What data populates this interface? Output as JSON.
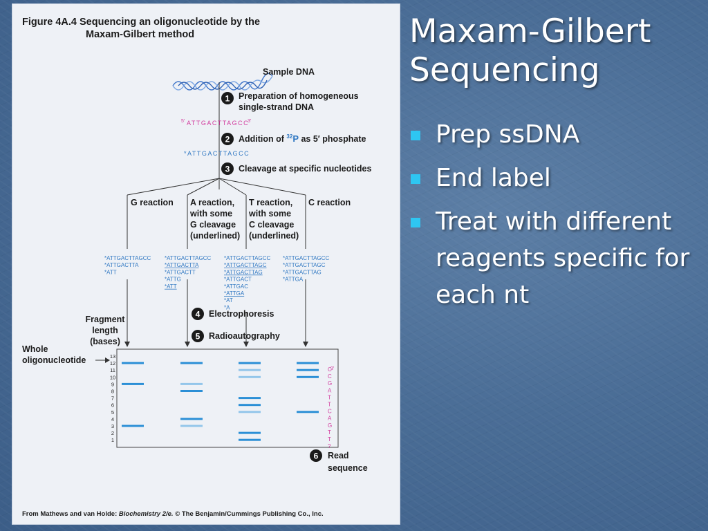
{
  "slide": {
    "title_line1": "Maxam-Gilbert",
    "title_line2": "Sequencing",
    "bullets": [
      "Prep ssDNA",
      "End label",
      "Treat with different reagents specific for each nt"
    ],
    "bullet_color": "#2ec6f2"
  },
  "figure": {
    "caption_line1": "Figure 4A.4  Sequencing an oligonucleotide by the",
    "caption_line2": "Maxam-Gilbert method",
    "sample_dna": "Sample DNA",
    "steps": [
      {
        "num": "1",
        "line1": "Preparation of homogeneous",
        "line2": "single-strand DNA"
      },
      {
        "num": "2",
        "line1": "Addition of ",
        "sup": "32",
        "p": "P",
        "line2": " as 5′ phosphate"
      },
      {
        "num": "3",
        "line1": "Cleavage at specific nucleotides"
      },
      {
        "num": "4",
        "line1": "Electrophoresis"
      },
      {
        "num": "5",
        "line1": "Radioautography"
      },
      {
        "num": "6",
        "line1": "Read",
        "line2": "sequence"
      }
    ],
    "seq_label_prime5": "5′",
    "seq_label_prime3": "3′",
    "seq_pink": "ATTGACTTAGCC",
    "seq_blue": "*ATTGACTTAGCC",
    "reactions": [
      {
        "lines": [
          "G reaction"
        ]
      },
      {
        "lines": [
          "A reaction,",
          "with some",
          "G cleavage",
          "(underlined)"
        ]
      },
      {
        "lines": [
          "T reaction,",
          "with some",
          "C cleavage",
          "(underlined)"
        ]
      },
      {
        "lines": [
          "C reaction"
        ]
      }
    ],
    "fragments": [
      [
        "*ATTGACTTAGCC",
        "*ATTGACTTA",
        "*ATT"
      ],
      [
        "*ATTGACTTAGCC",
        "*ATTGACTTA",
        "*ATTGACTT",
        "*ATTG",
        "*ATT"
      ],
      [
        "*ATTGACTTAGCC",
        "*ATTGACTTAGC",
        "*ATTGACTTAG",
        "*ATTGACT",
        "*ATTGAC",
        "*ATTGA",
        "*AT",
        "*A"
      ],
      [
        "*ATTGACTTAGCC",
        "*ATTGACTTAGC",
        "*ATTGACTTAG",
        "*ATTGA"
      ]
    ],
    "fragment_length_label": [
      "Fragment",
      "length",
      "(bases)"
    ],
    "whole_label": [
      "Whole",
      "oligonucleotide"
    ],
    "axis_numbers": [
      "13",
      "12",
      "11",
      "10",
      "9",
      "8",
      "7",
      "6",
      "5",
      "4",
      "3",
      "2",
      "1"
    ],
    "gel_bands": {
      "lane1": [
        {
          "pos": 12,
          "shade": "dark"
        },
        {
          "pos": 9,
          "shade": "dark"
        },
        {
          "pos": 3,
          "shade": "dark"
        }
      ],
      "lane2": [
        {
          "pos": 12,
          "shade": "dark"
        },
        {
          "pos": 9,
          "shade": "light"
        },
        {
          "pos": 8,
          "shade": "dark"
        },
        {
          "pos": 4,
          "shade": "dark"
        },
        {
          "pos": 3,
          "shade": "light"
        }
      ],
      "lane3": [
        {
          "pos": 12,
          "shade": "dark"
        },
        {
          "pos": 11,
          "shade": "light"
        },
        {
          "pos": 10,
          "shade": "light"
        },
        {
          "pos": 7,
          "shade": "dark"
        },
        {
          "pos": 6,
          "shade": "dark"
        },
        {
          "pos": 5,
          "shade": "light"
        },
        {
          "pos": 2,
          "shade": "dark"
        },
        {
          "pos": 1,
          "shade": "dark"
        }
      ],
      "lane4": [
        {
          "pos": 12,
          "shade": "dark"
        },
        {
          "pos": 11,
          "shade": "dark"
        },
        {
          "pos": 10,
          "shade": "dark"
        },
        {
          "pos": 5,
          "shade": "dark"
        }
      ]
    },
    "read_sequence": [
      "C",
      "C",
      "G",
      "A",
      "T",
      "T",
      "C",
      "A",
      "G",
      "T",
      "T",
      "?"
    ],
    "read_prime": "3′",
    "credit_prefix": "From Mathews and van Holde: ",
    "credit_italic": "Biochemistry 2/e.",
    "credit_suffix": " © The Benjamin/Cummings Publishing Co., Inc.",
    "colors": {
      "band_dark": "#2b8fd6",
      "band_light": "#93c6ea",
      "pink": "#d23c9e",
      "blue_text": "#2f77c2",
      "step_circle": "#1a1a1a",
      "dna_helix": "#3e74c9"
    }
  }
}
